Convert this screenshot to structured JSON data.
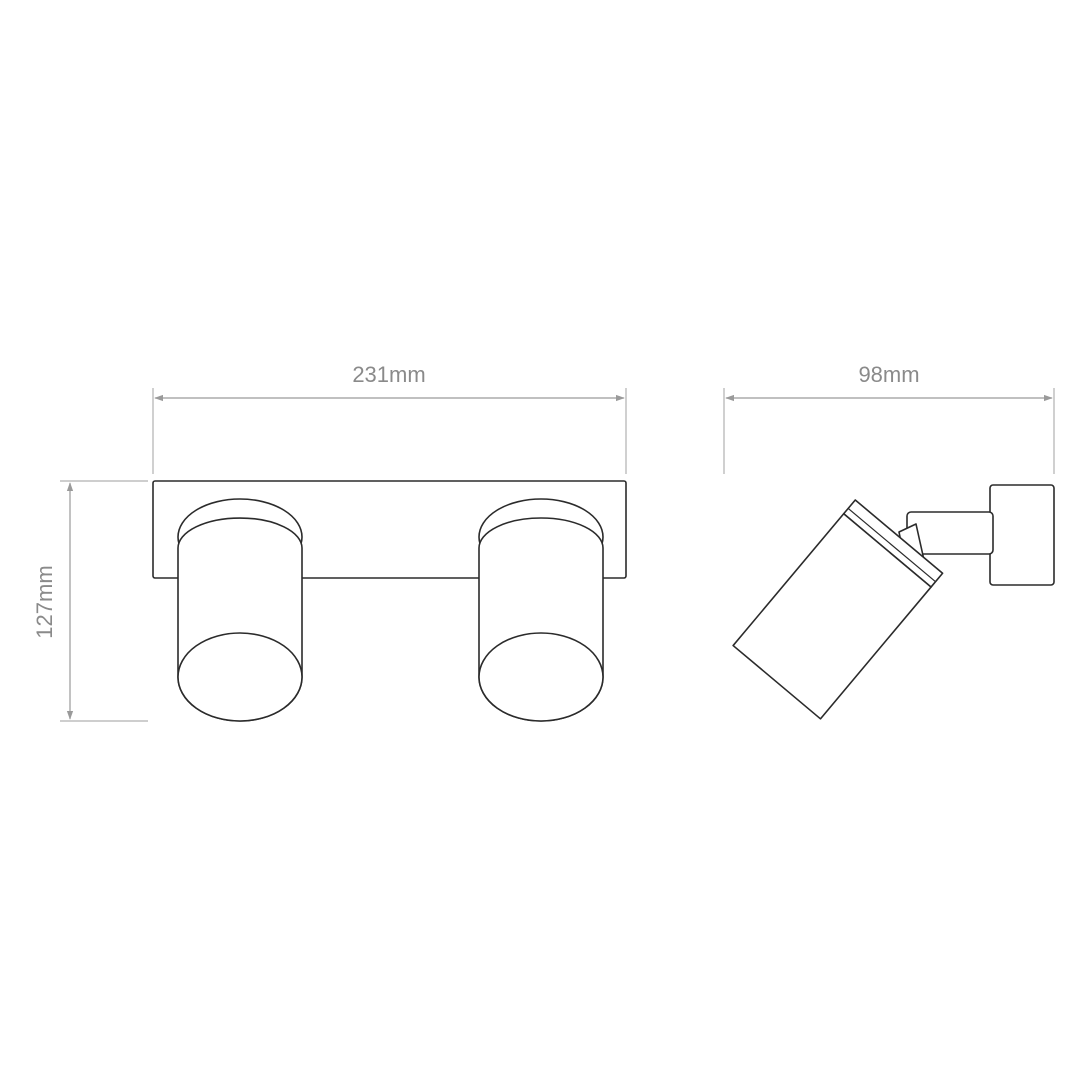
{
  "dimensions": {
    "width": "231mm",
    "depth": "98mm",
    "height": "127mm"
  },
  "colors": {
    "outline": "#2b2b2b",
    "dimension_line": "#9a9a9a",
    "dimension_text": "#8a8a8a",
    "background": "#ffffff"
  }
}
